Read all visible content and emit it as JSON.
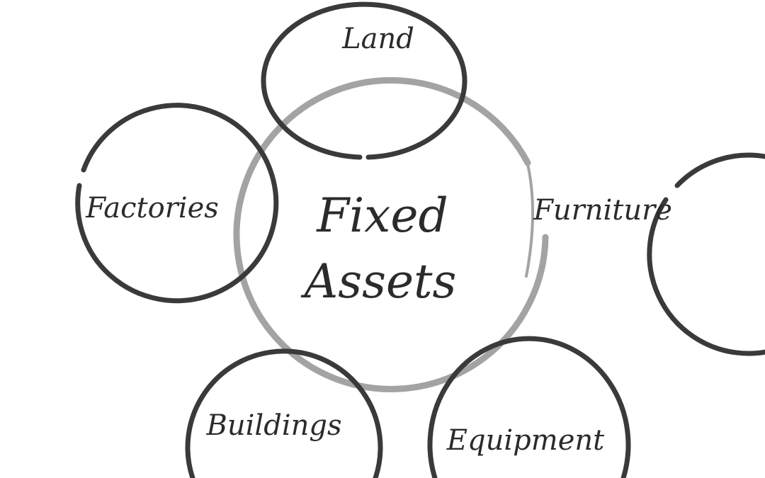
{
  "diagram": {
    "center": {
      "line1": "Fixed",
      "line2": "Assets"
    },
    "nodes": [
      {
        "id": "land",
        "label": "Land"
      },
      {
        "id": "furniture",
        "label": "Furniture"
      },
      {
        "id": "equipment",
        "label": "Equipment"
      },
      {
        "id": "buildings",
        "label": "Buildings"
      },
      {
        "id": "factories",
        "label": "Factories"
      }
    ]
  },
  "colors": {
    "outer_ring": "#3a3a3a",
    "center_ring": "#a3a3a3",
    "text": "#2b2b2b",
    "background": "#ffffff"
  }
}
